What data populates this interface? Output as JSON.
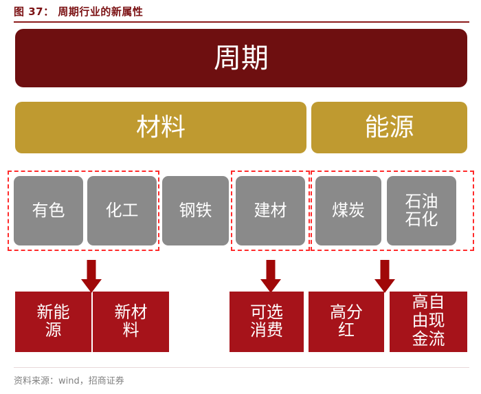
{
  "figure": {
    "title": "图 37： 周期行业的新属性",
    "source_note": "资料来源：wind，招商证券",
    "colors": {
      "title_text": "#7B1113",
      "title_rule": "#8B1A1A",
      "level1_box": "#6E0F10",
      "level2_box": "#BF9A30",
      "level3_box": "#8A8A8A",
      "level4_box": "#A6131A",
      "dashed_group": "#FF2A2A",
      "arrow": "#A00808",
      "footer_rule": "#E8D7D9",
      "source_text": "#808080",
      "node_text": "#FFFFFF"
    }
  },
  "diagram": {
    "level1": [
      {
        "label": "周期"
      }
    ],
    "level2": [
      {
        "label": "材料"
      },
      {
        "label": "能源"
      }
    ],
    "level3": [
      {
        "label": "有色"
      },
      {
        "label": "化工"
      },
      {
        "label": "钢铁"
      },
      {
        "label": "建材"
      },
      {
        "label": "煤炭"
      },
      {
        "label_line1": "石油",
        "label_line2": "石化"
      }
    ],
    "level4": [
      {
        "label_line1": "新能",
        "label_line2": "源"
      },
      {
        "label_line1": "新材",
        "label_line2": "料"
      },
      {
        "label_line1": "可选",
        "label_line2": "消费"
      },
      {
        "label_line1": "高分",
        "label_line2": "红"
      },
      {
        "label": "高自由现金流"
      }
    ],
    "groups": [
      {
        "name": "group-youse-huagong"
      },
      {
        "name": "group-jiancai"
      },
      {
        "name": "group-meitan-shiyou"
      }
    ],
    "arrows": [
      {
        "name": "arrow-to-new-energy-materials"
      },
      {
        "name": "arrow-to-optional-consumption"
      },
      {
        "name": "arrow-to-high-dividend-cashflow"
      }
    ]
  }
}
